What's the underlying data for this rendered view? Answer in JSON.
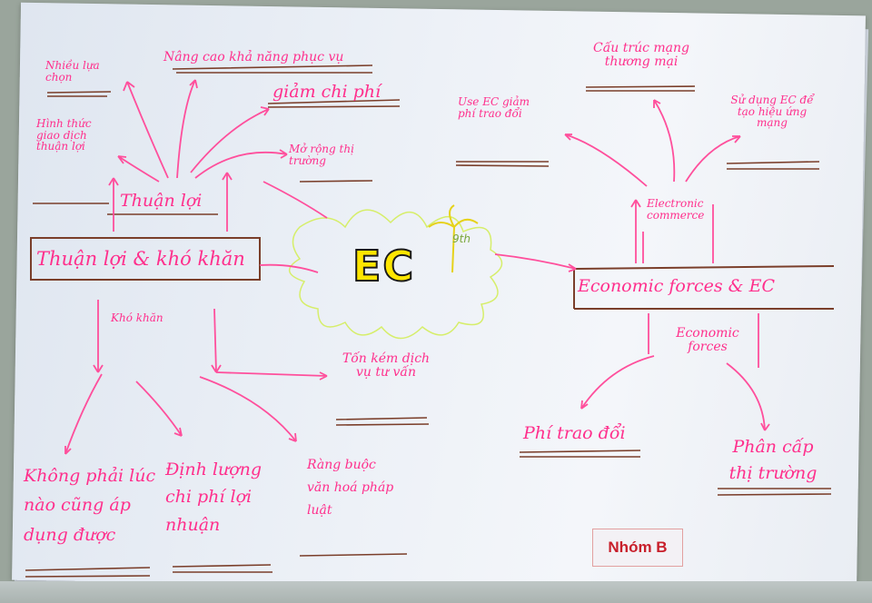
{
  "poster": {
    "center": {
      "title": "EC",
      "superscript": "9th"
    },
    "left_branch": {
      "main_box": "Thuận lợi & khó khăn",
      "advantage_label": "Thuận lợi",
      "difficulty_label": "Khó khăn",
      "advantages": [
        "Nhiều lựa chọn",
        "Nâng cao khả năng phục vụ",
        "giảm chi phí",
        "Hình thức giao dịch thuận lợi",
        "Mở rộng thị trường"
      ],
      "difficulties": [
        "Tốn kém dịch vụ tư vấn",
        "Không phải lúc nào cũng áp dụng được",
        "Định lượng chi phí lợi nhuận",
        "Ràng buộc văn hoá pháp luật"
      ]
    },
    "right_branch": {
      "main_box": "Economic forces & EC",
      "electronic_commerce": "Electronic commerce",
      "economic_forces": "Economic forces",
      "ec_items": [
        "Cấu trúc mạng thương mại",
        "Use EC giảm phí trao đổi",
        "Sử dụng EC để tạo hiệu ứng mạng"
      ],
      "force_items": [
        "Phí trao đổi",
        "Phân cấp thị trường"
      ]
    },
    "group_tag": "Nhóm B"
  },
  "colors": {
    "ink": "#ff2f8c",
    "brown": "#7a3e2a",
    "highlighter": "#ffe600",
    "tag": "#c81f2b"
  }
}
